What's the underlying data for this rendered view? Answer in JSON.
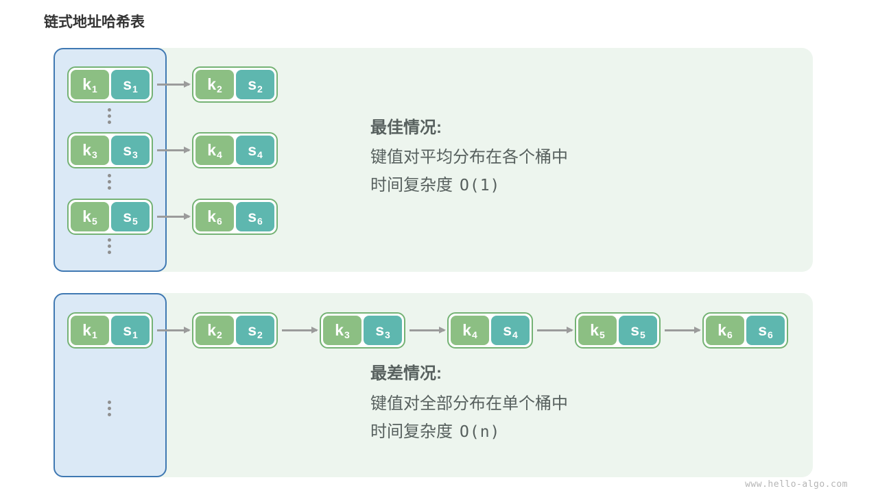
{
  "title": "链式地址哈希表",
  "watermark": "www.hello-algo.com",
  "colors": {
    "panel_bg": "#edf5ee",
    "bucket_bg": "#dbe9f6",
    "bucket_border": "#3f78b2",
    "key_bg": "#8cbf83",
    "value_bg": "#5eb7af",
    "pair_border": "#74b274",
    "arrow": "#9b9b9b",
    "text": "#57605e",
    "dots": "#8f8f8f",
    "title_color": "#333333",
    "watermark_color": "#b5b5b5"
  },
  "nodes": {
    "n1": {
      "key": "k",
      "key_sub": "1",
      "value": "s",
      "value_sub": "1"
    },
    "n2": {
      "key": "k",
      "key_sub": "2",
      "value": "s",
      "value_sub": "2"
    },
    "n3": {
      "key": "k",
      "key_sub": "3",
      "value": "s",
      "value_sub": "3"
    },
    "n4": {
      "key": "k",
      "key_sub": "4",
      "value": "s",
      "value_sub": "4"
    },
    "n5": {
      "key": "k",
      "key_sub": "5",
      "value": "s",
      "value_sub": "5"
    },
    "n6": {
      "key": "k",
      "key_sub": "6",
      "value": "s",
      "value_sub": "6"
    }
  },
  "best_case": {
    "heading": "最佳情况:",
    "line1": "键值对平均分布在各个桶中",
    "line2_label": "时间复杂度",
    "line2_value": "O(1)"
  },
  "worst_case": {
    "heading": "最差情况:",
    "line1": "键值对全部分布在单个桶中",
    "line2_label": "时间复杂度",
    "line2_value": "O(n)"
  }
}
